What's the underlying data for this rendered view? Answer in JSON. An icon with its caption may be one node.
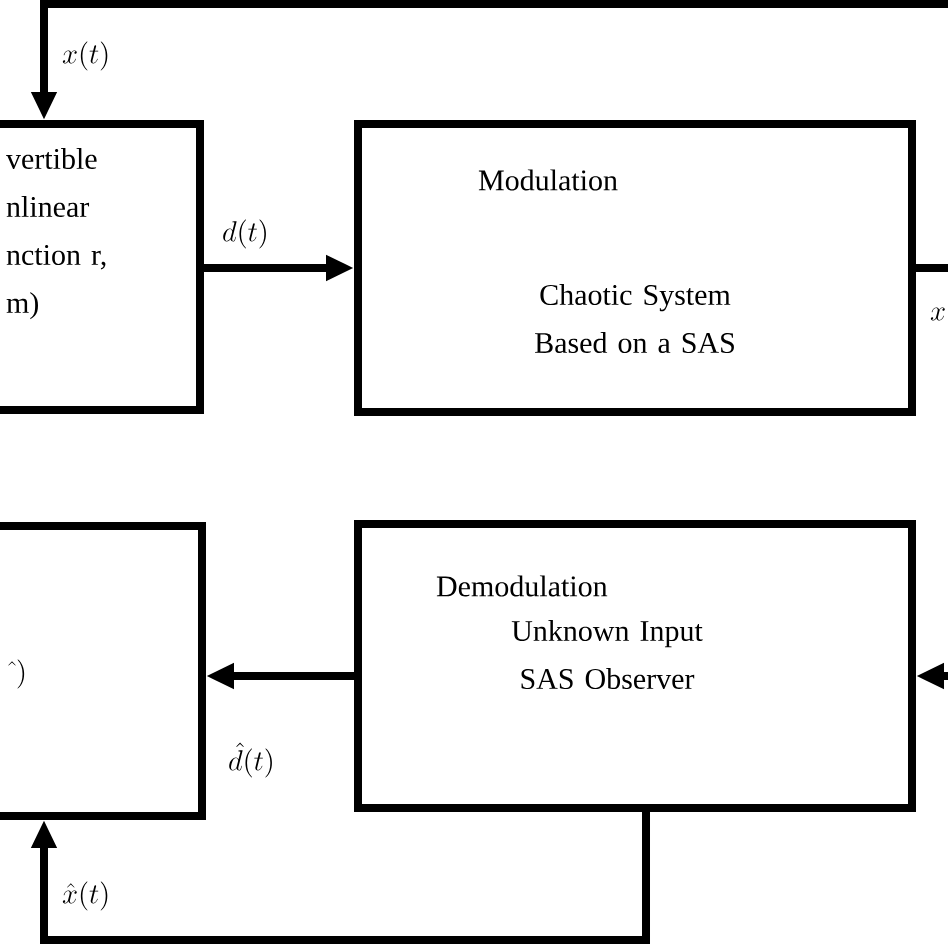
{
  "diagram": {
    "nodes": [
      {
        "text": [
          "vertible nlinear nction r, m)"
        ]
      },
      {
        "text": [
          "Modulation",
          "Chaotic System Based on a SAS"
        ]
      },
      {
        "text": [
          "\\hat{\\;})"
        ]
      },
      {
        "text": [
          "Demodulation",
          "Unknown Input SAS Observer"
        ]
      }
    ],
    "edges": [
      {
        "from": null,
        "to": 0,
        "arrow": "to",
        "label": "x(t)"
      },
      {
        "from": 0,
        "to": 1,
        "arrow": "to",
        "label": "d(t)"
      },
      {
        "from": 1,
        "to": null,
        "arrow": "none",
        "label": "x"
      },
      {
        "from": null,
        "to": 3,
        "arrow": "to"
      },
      {
        "from": 3,
        "to": 2,
        "arrow": "to",
        "label": "\\hat{d}(t)"
      },
      {
        "from": 3,
        "to": 2,
        "arrow": "to",
        "label": "\\hat{x}(t)"
      }
    ]
  }
}
